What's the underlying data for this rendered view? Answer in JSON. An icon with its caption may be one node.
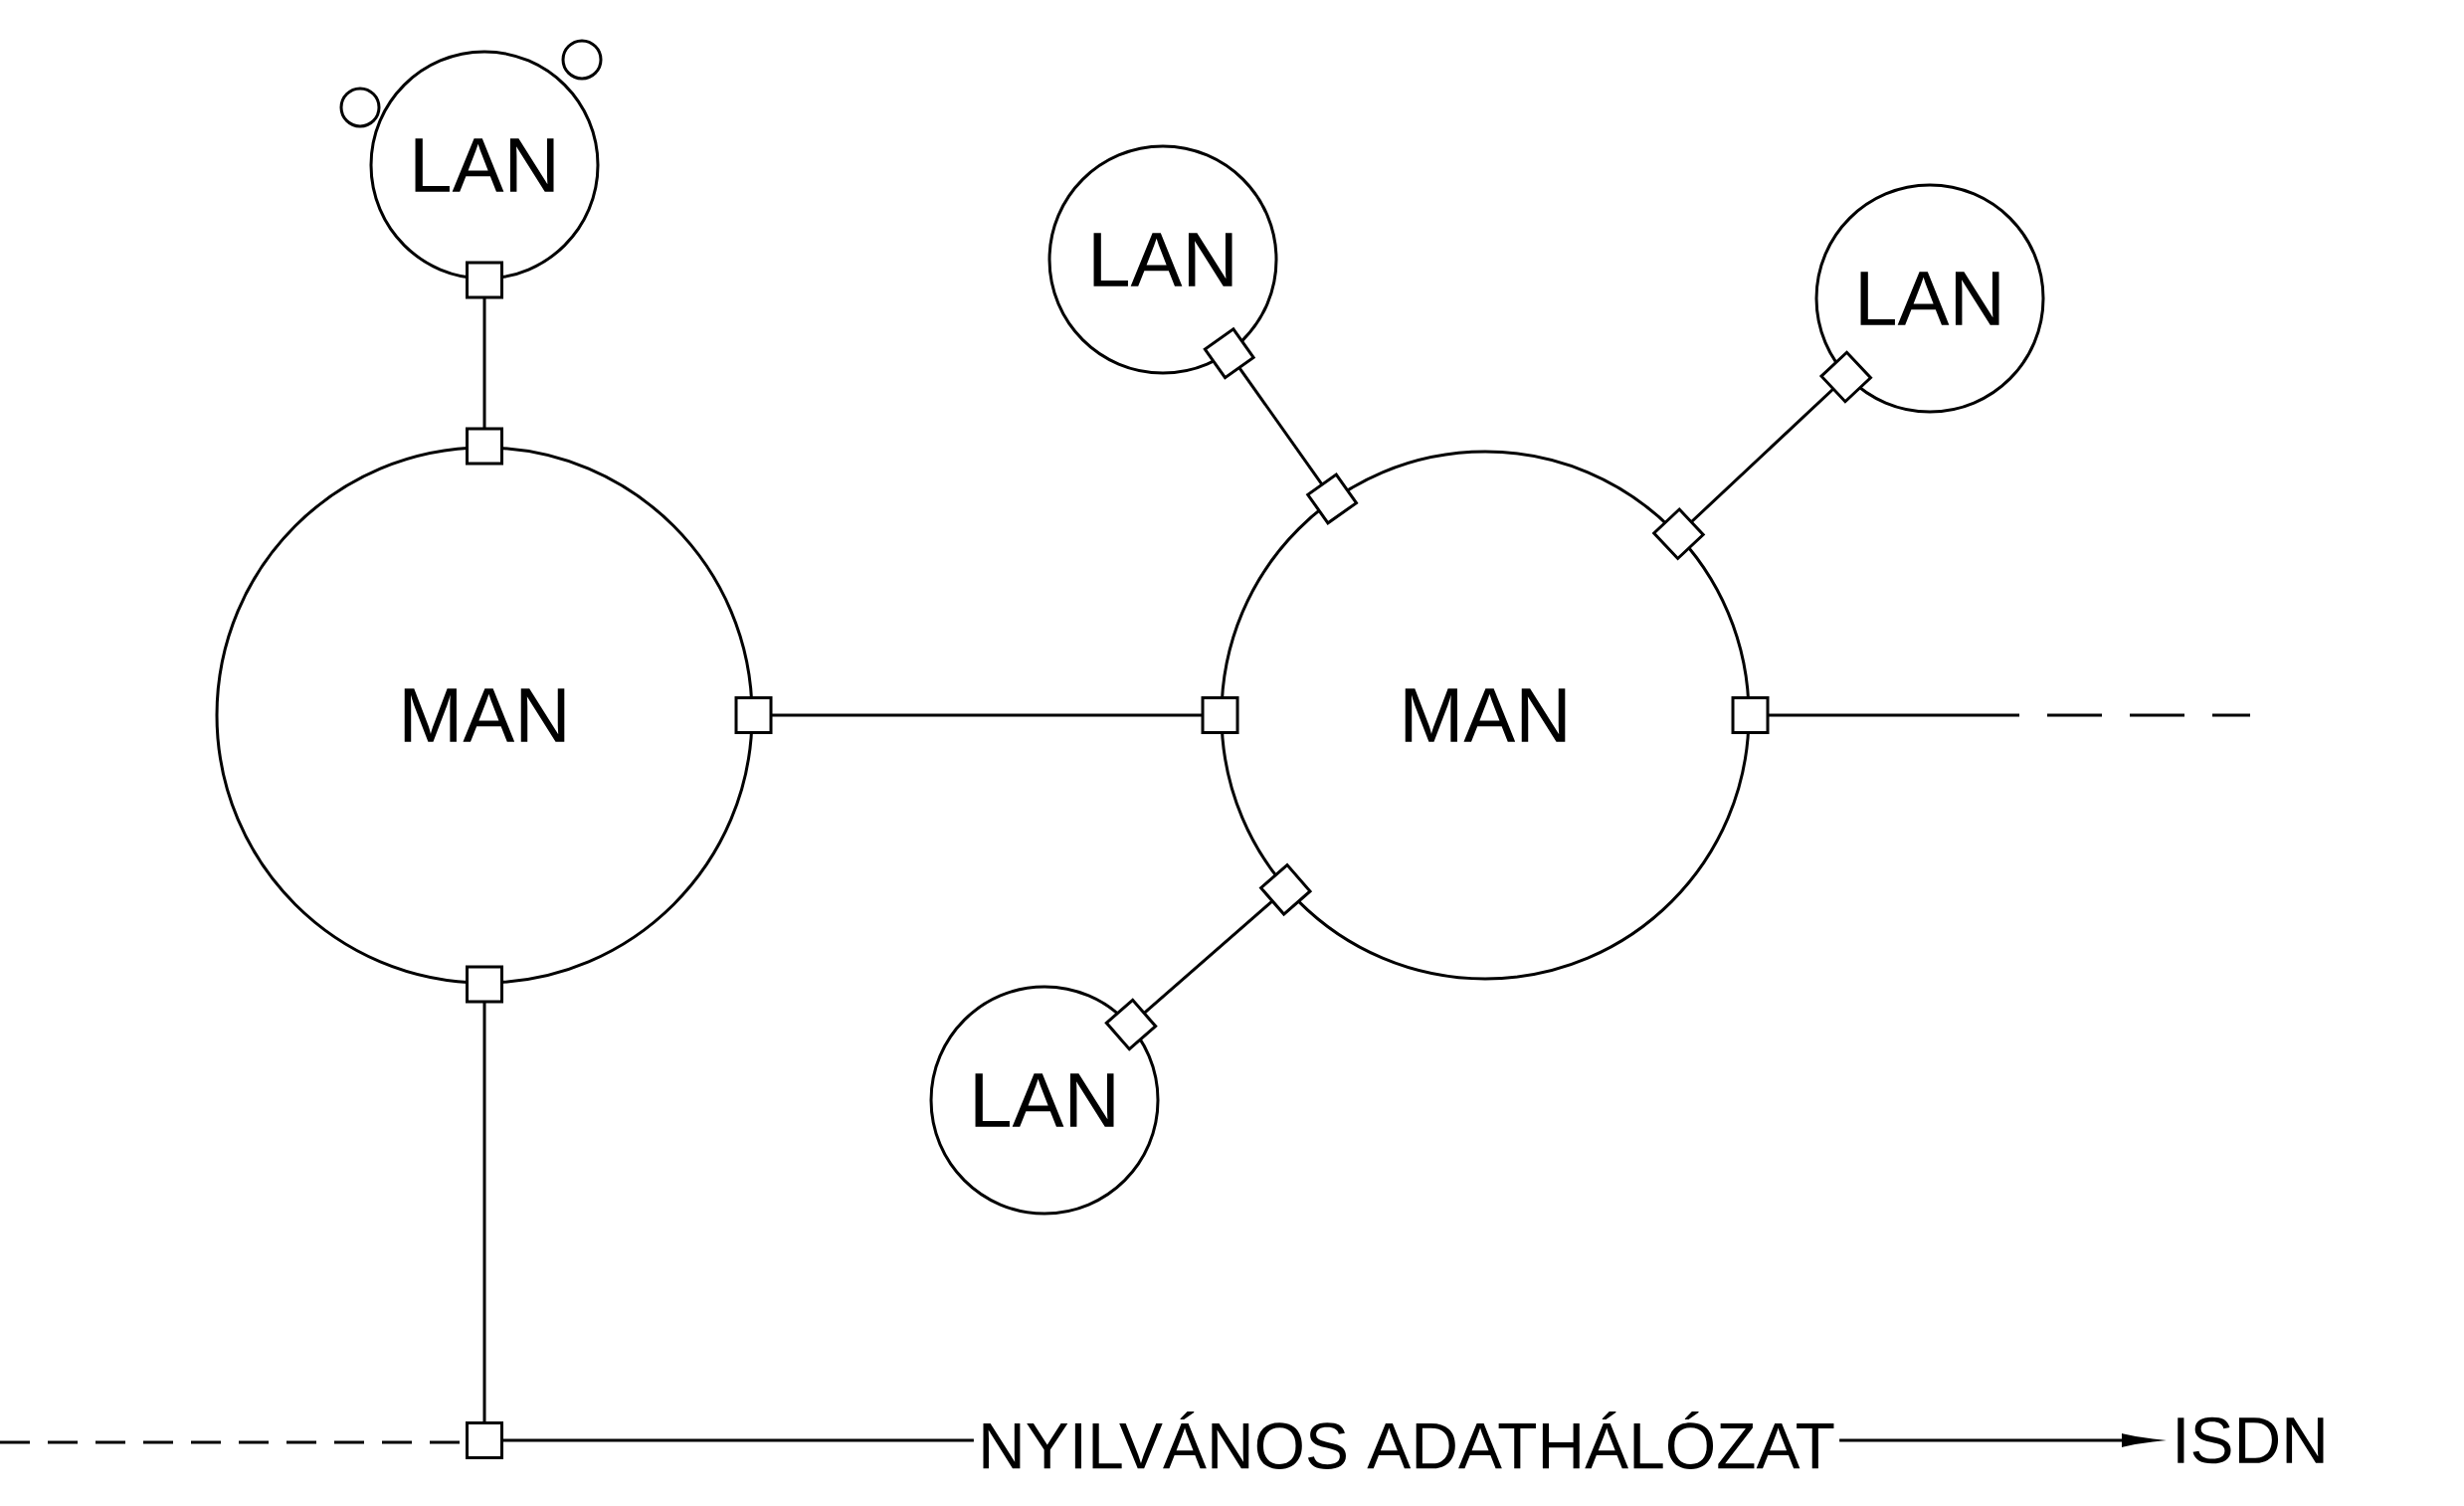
{
  "diagram": {
    "nodes": [
      {
        "text": [
          "LAN"
        ]
      },
      {
        "text": [],
        "shape": "circle"
      },
      {
        "text": [],
        "shape": "circle"
      },
      {
        "text": [
          "LAN"
        ]
      },
      {
        "text": [
          "LAN"
        ]
      },
      {
        "text": [
          "MAN"
        ]
      },
      {
        "text": [
          "MAN"
        ]
      },
      {
        "text": [
          "LAN"
        ]
      },
      {
        "text": [
          "NYILVÁNOS ADATHÁLÓZAT"
        ]
      },
      {
        "text": [
          "ISDN"
        ]
      }
    ],
    "edges": [
      {
        "from": 0,
        "to": 5,
        "arrow": "other"
      },
      {
        "from": 3,
        "to": 6,
        "arrow": "other"
      },
      {
        "from": 4,
        "to": 6,
        "arrow": "other"
      },
      {
        "from": 5,
        "to": 6,
        "arrow": "other"
      },
      {
        "from": 6,
        "to": null,
        "arrow": "other"
      },
      {
        "from": 6,
        "to": 7,
        "arrow": "other"
      },
      {
        "from": 5,
        "to": 8,
        "arrow": "other"
      },
      {
        "from": 8,
        "to": 9,
        "arrow": "to"
      }
    ]
  }
}
